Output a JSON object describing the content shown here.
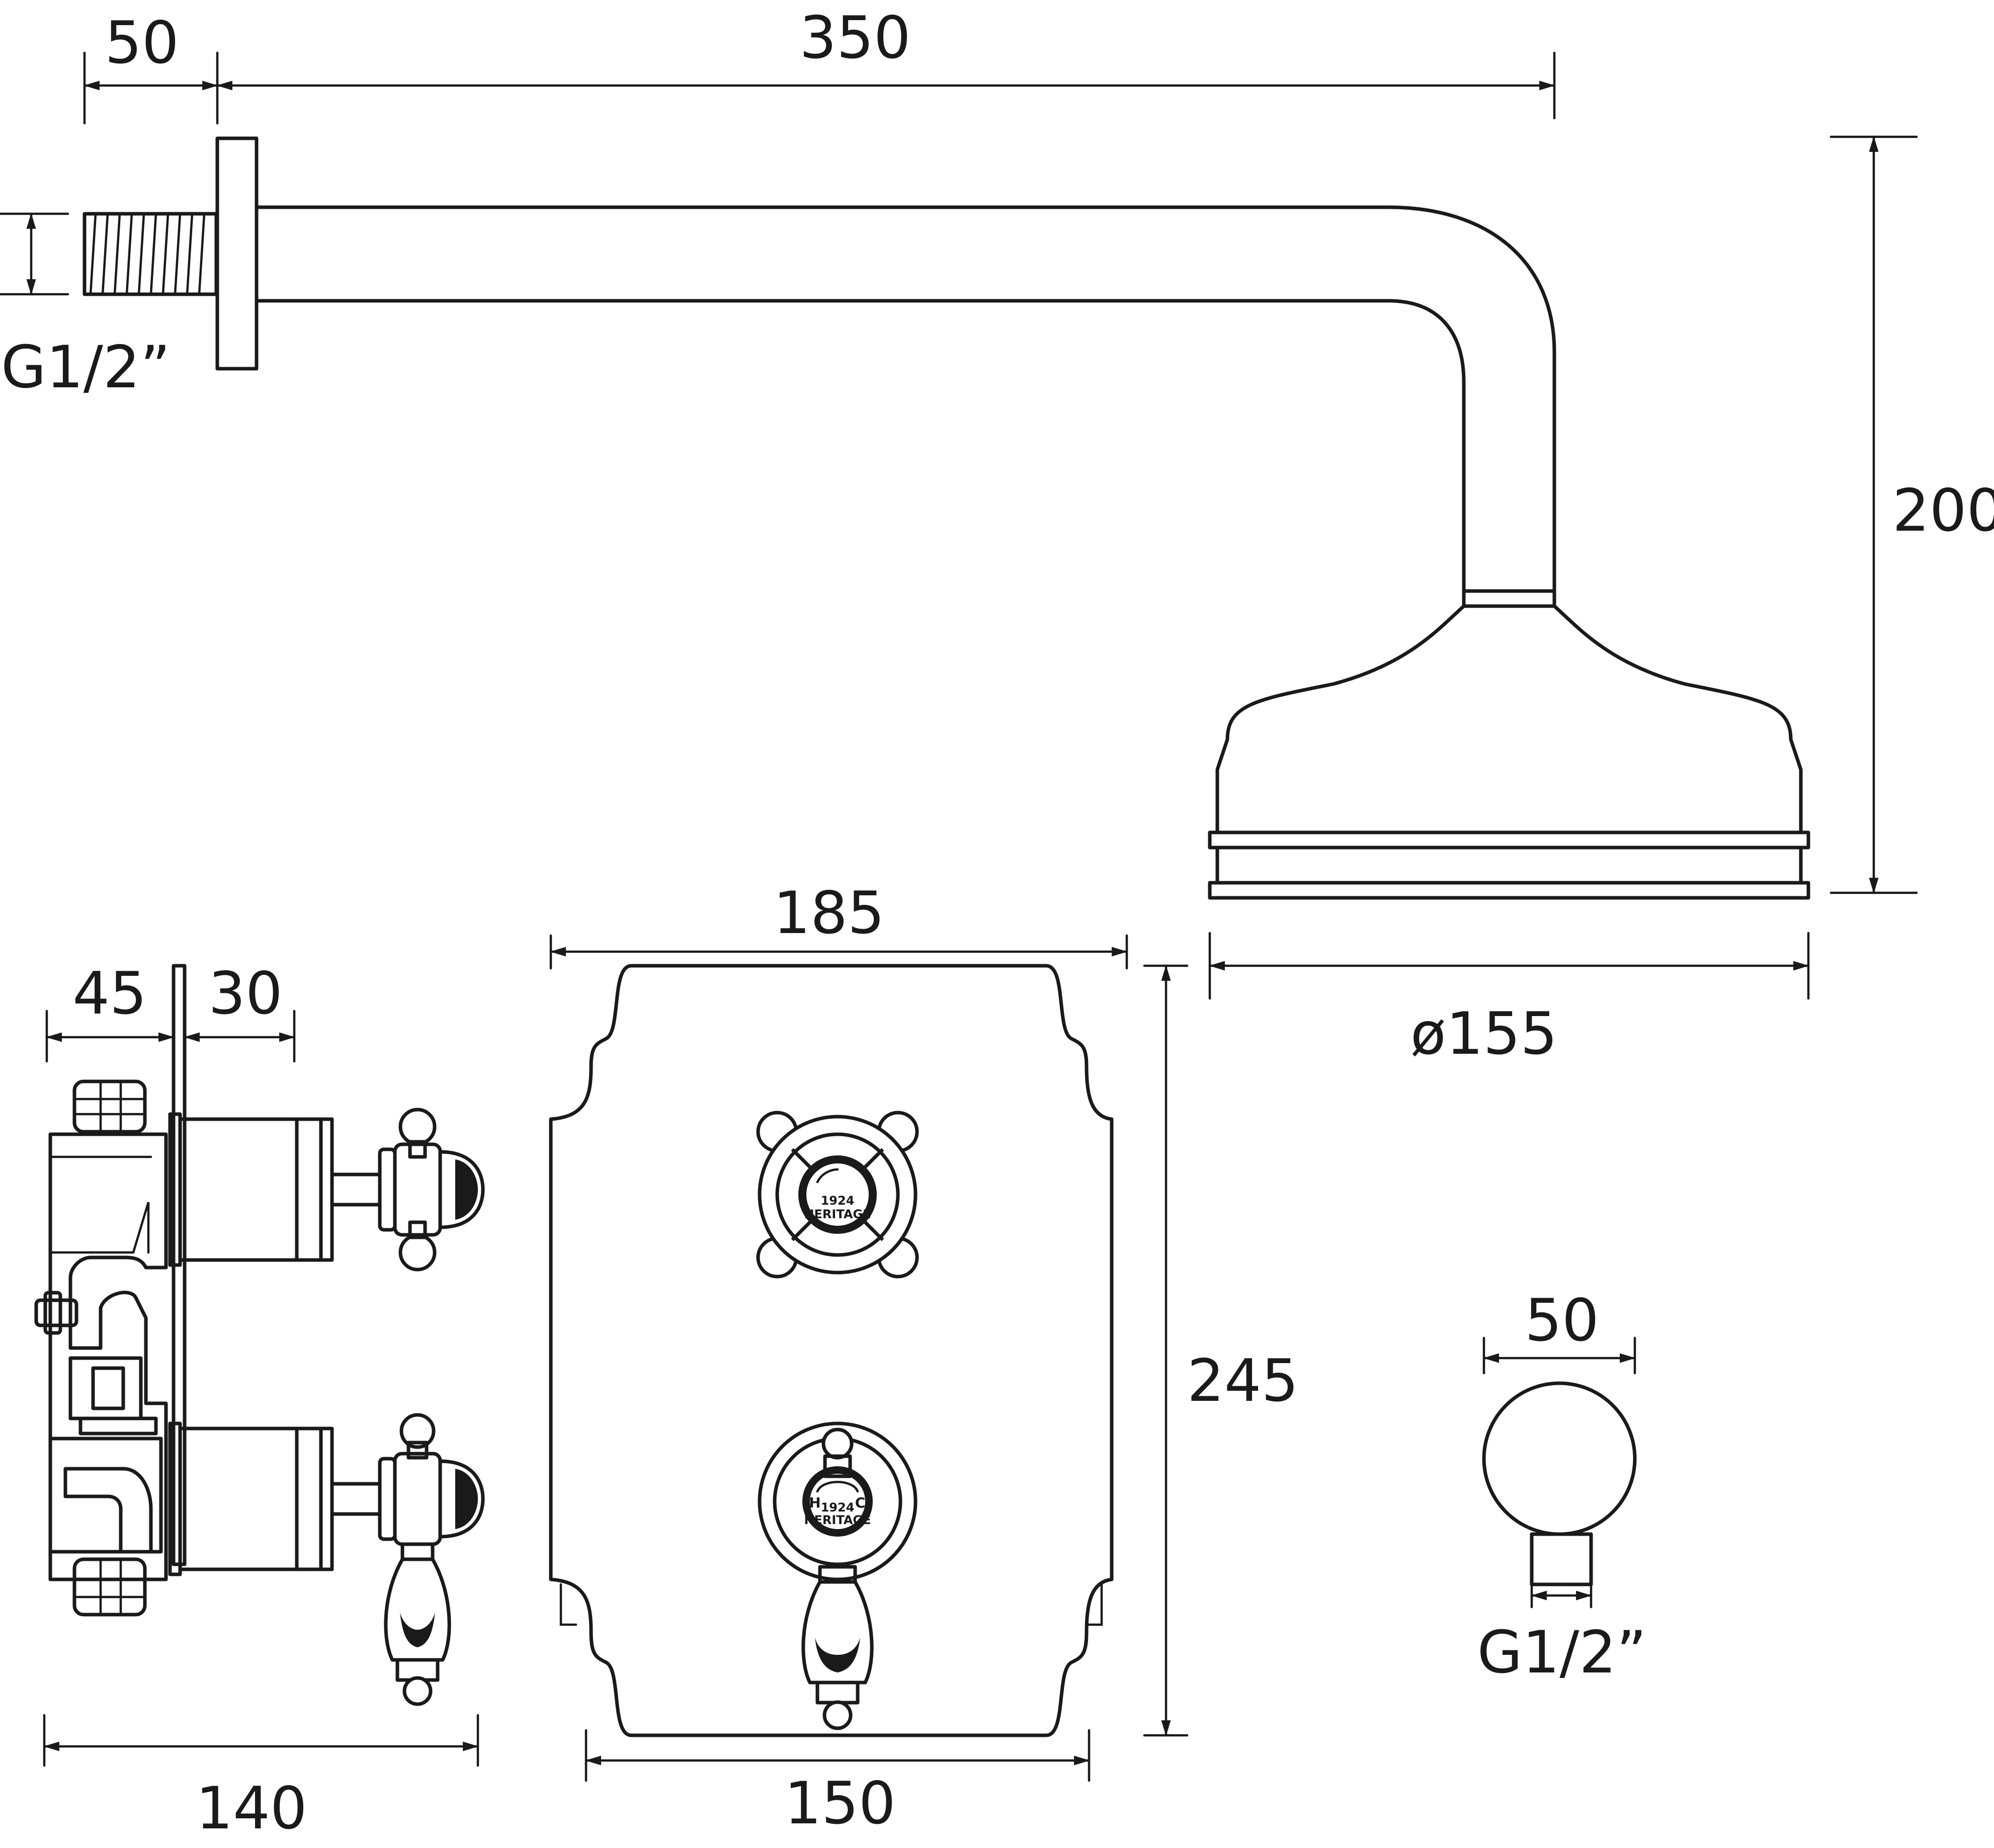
{
  "dimensions": {
    "arm_wall_depth": "50",
    "arm_length": "350",
    "inlet_thread": "G1/2”",
    "head_drop": "200",
    "head_diameter": "ø155",
    "valve_depth_rear": "45",
    "valve_depth_front": "30",
    "valve_total_depth": "140",
    "plate_width_top": "185",
    "plate_height": "245",
    "plate_width_bottom": "150",
    "outlet_elbow_diameter": "50",
    "outlet_elbow_thread": "G1/2”"
  },
  "handle_markings": {
    "year": "1924",
    "brand": "HERITAGE",
    "hot": "H",
    "cold": "C"
  }
}
